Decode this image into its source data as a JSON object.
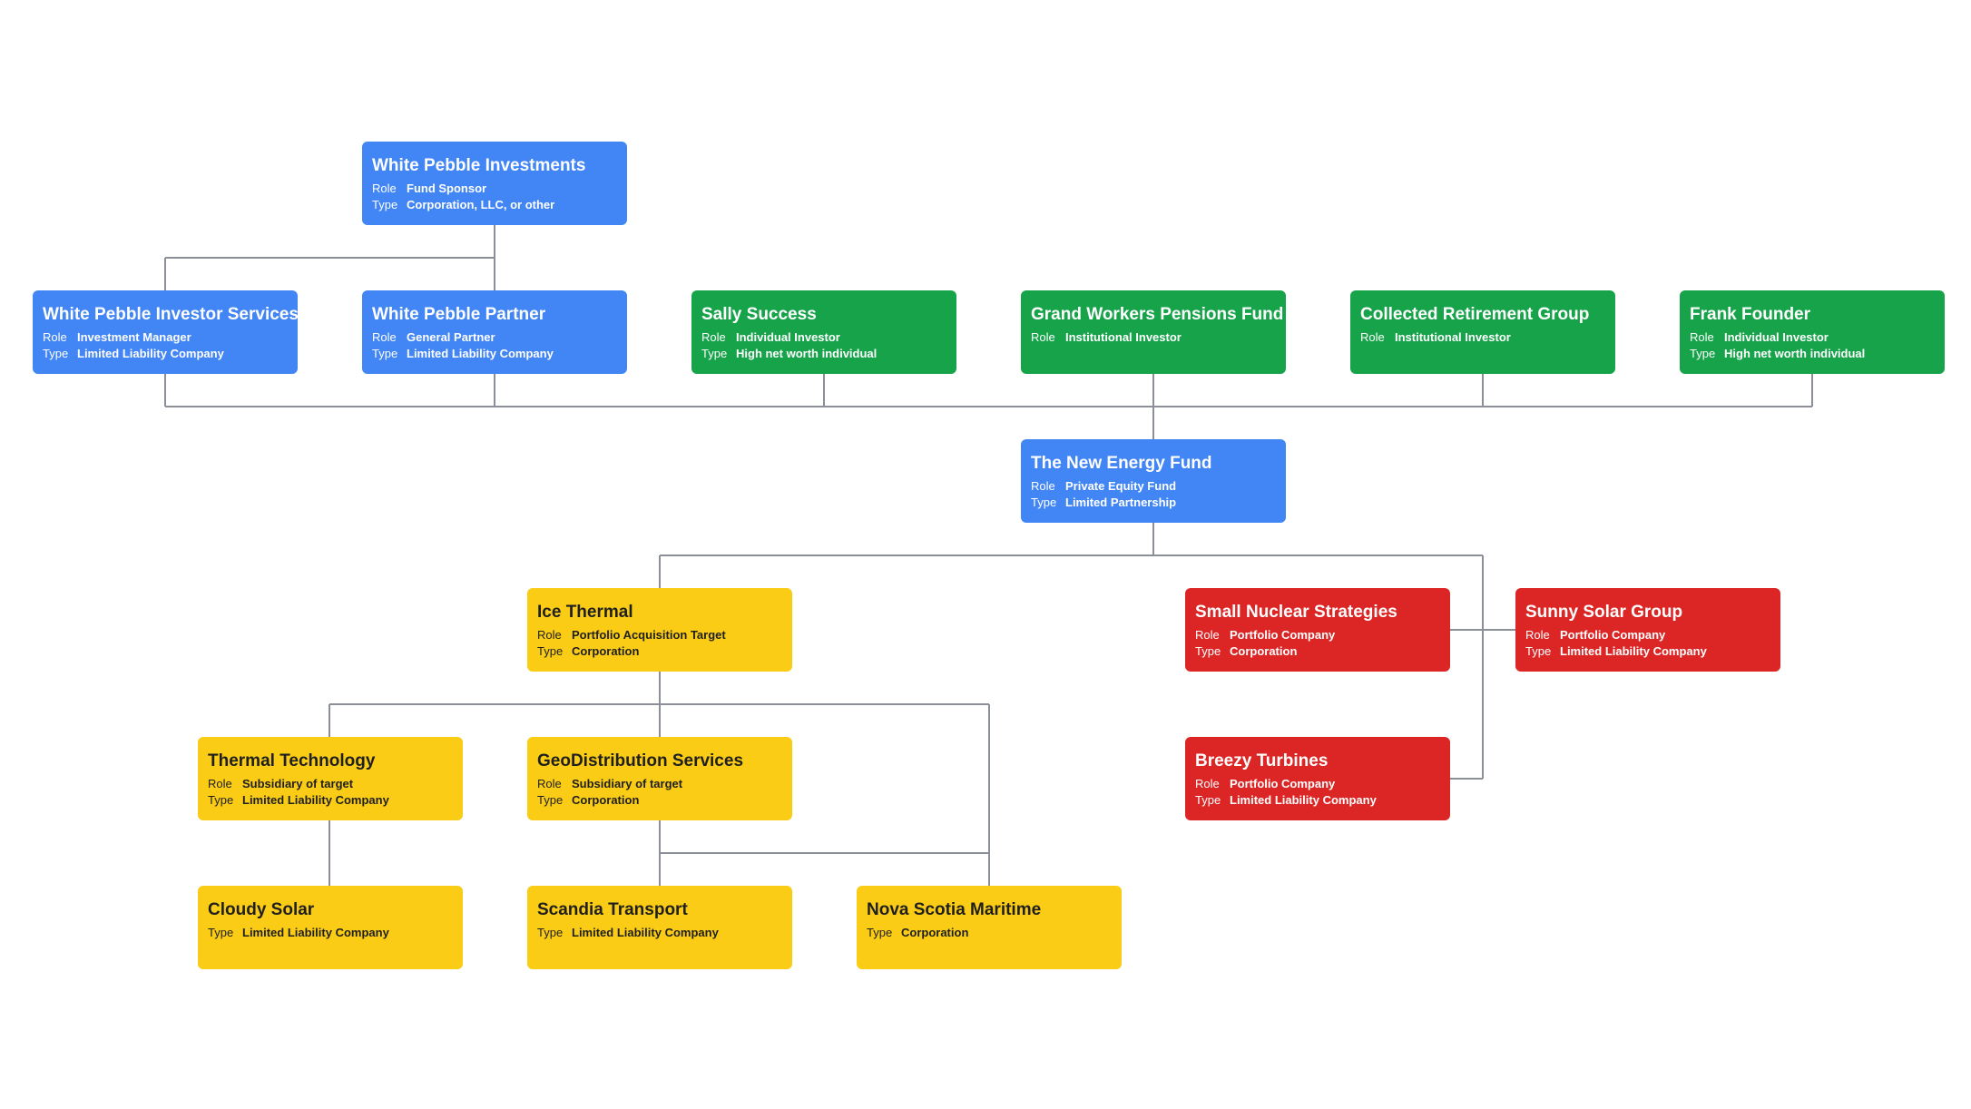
{
  "labels": {
    "role": "Role",
    "type": "Type"
  },
  "colors": {
    "fund": "#4285f4",
    "investor": "#16a34a",
    "portfolio": "#dc2626",
    "target": "#facc15",
    "connector": "#8a8f98"
  },
  "nodes": [
    {
      "id": "white-pebble-investments",
      "title": "White Pebble Investments",
      "role": "Fund Sponsor",
      "type": "Corporation, LLC, or other",
      "color": "blue"
    },
    {
      "id": "white-pebble-investor-services",
      "title": "White Pebble Investor Services",
      "role": "Investment Manager",
      "type": "Limited Liability Company",
      "color": "blue"
    },
    {
      "id": "white-pebble-partner",
      "title": "White Pebble Partner",
      "role": "General Partner",
      "type": "Limited Liability Company",
      "color": "blue"
    },
    {
      "id": "sally-success",
      "title": "Sally Success",
      "role": "Individual Investor",
      "type": "High net worth individual",
      "color": "green"
    },
    {
      "id": "grand-workers-pensions-fund",
      "title": "Grand Workers Pensions Fund",
      "role": "Institutional Investor",
      "type": null,
      "color": "green"
    },
    {
      "id": "collected-retirement-group",
      "title": "Collected Retirement Group",
      "role": "Institutional Investor",
      "type": null,
      "color": "green"
    },
    {
      "id": "frank-founder",
      "title": "Frank Founder",
      "role": "Individual Investor",
      "type": "High net worth individual",
      "color": "green"
    },
    {
      "id": "the-new-energy-fund",
      "title": "The New Energy Fund",
      "role": "Private Equity Fund",
      "type": "Limited Partnership",
      "color": "blue"
    },
    {
      "id": "ice-thermal",
      "title": "Ice Thermal",
      "role": "Portfolio Acquisition Target",
      "type": "Corporation",
      "color": "yellow"
    },
    {
      "id": "small-nuclear-strategies",
      "title": "Small Nuclear Strategies",
      "role": "Portfolio Company",
      "type": "Corporation",
      "color": "red"
    },
    {
      "id": "sunny-solar-group",
      "title": "Sunny Solar Group",
      "role": "Portfolio Company",
      "type": "Limited Liability Company",
      "color": "red"
    },
    {
      "id": "breezy-turbines",
      "title": "Breezy Turbines",
      "role": "Portfolio Company",
      "type": "Limited Liability Company",
      "color": "red"
    },
    {
      "id": "thermal-technology",
      "title": "Thermal Technology",
      "role": "Subsidiary of target",
      "type": "Limited Liability Company",
      "color": "yellow"
    },
    {
      "id": "geodistribution-services",
      "title": "GeoDistribution Services",
      "role": "Subsidiary of target",
      "type": "Corporation",
      "color": "yellow"
    },
    {
      "id": "cloudy-solar",
      "title": "Cloudy Solar",
      "role": null,
      "type": "Limited Liability Company",
      "color": "yellow"
    },
    {
      "id": "scandia-transport",
      "title": "Scandia Transport",
      "role": null,
      "type": "Limited Liability Company",
      "color": "yellow"
    },
    {
      "id": "nova-scotia-maritime",
      "title": "Nova Scotia Maritime",
      "role": null,
      "type": "Corporation",
      "color": "yellow"
    }
  ]
}
